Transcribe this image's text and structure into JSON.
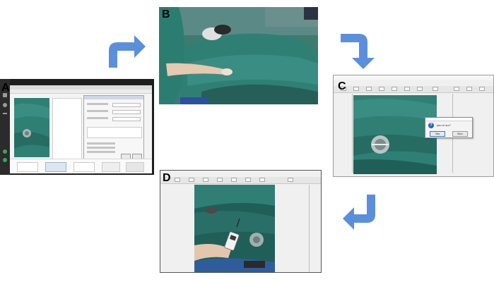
{
  "panels": {
    "a": {
      "label": "A"
    },
    "b": {
      "label": "B"
    },
    "c": {
      "label": "C",
      "dialog": {
        "message": "you re sur?",
        "ok_label": "Yes",
        "cancel_label": "Non"
      }
    },
    "d": {
      "label": "D"
    }
  },
  "colors": {
    "arrow": "#5b8fdc",
    "drape": "#2f7f75",
    "drape_dark": "#1f5f57"
  }
}
